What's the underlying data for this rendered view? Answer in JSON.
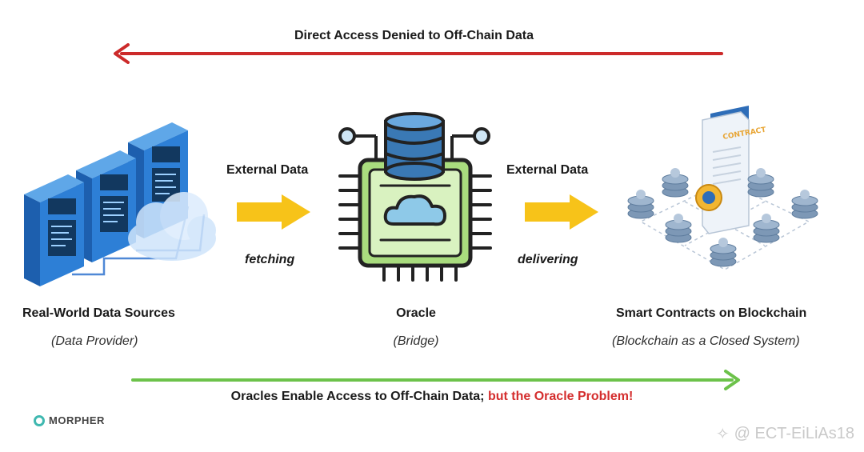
{
  "top_arrow": {
    "label": "Direct Access Denied to Off-Chain Data",
    "color": "#cc2a2a"
  },
  "bottom_arrow": {
    "label_part1": "Oracles Enable Access to Off-Chain Data; ",
    "label_part2": "but the Oracle Problem!",
    "color": "#6cc24a",
    "highlight_color": "#d42d2d"
  },
  "nodes": {
    "sources": {
      "title": "Real-World Data Sources",
      "subtitle": "(Data Provider)",
      "icon": "server-rack-icon"
    },
    "oracle": {
      "title": "Oracle",
      "subtitle": "(Bridge)",
      "icon": "oracle-chip-icon"
    },
    "blockchain": {
      "title": "Smart Contracts on Blockchain",
      "subtitle": "(Blockchain as a Closed System)",
      "icon": "blockchain-contract-icon",
      "contract_text": "CONTRACT"
    }
  },
  "flow": {
    "left": {
      "top_label": "External Data",
      "bottom_label": "fetching"
    },
    "right": {
      "top_label": "External Data",
      "bottom_label": "delivering"
    },
    "arrow_color": "#f7c319"
  },
  "branding": {
    "logo_text": "MORPHER",
    "watermark": "@ ECT-EiLiAs18"
  }
}
